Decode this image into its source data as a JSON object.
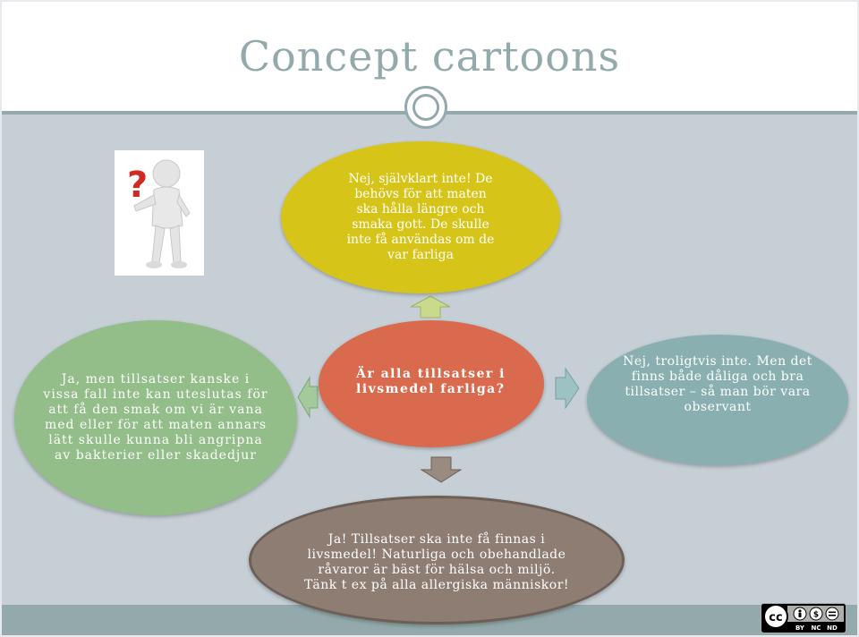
{
  "slide": {
    "title": "Concept cartoons"
  },
  "bubbles": {
    "question": {
      "text": "Är alla tillsatser i livsmedel farliga?",
      "color": "#d96a4d"
    },
    "top": {
      "text": "Nej, självklart inte! De behövs för att maten ska hålla längre och smaka gott. De skulle inte få användas om de var farliga",
      "color": "#d7c419"
    },
    "left": {
      "text": "Ja, men tillsatser kanske i vissa fall inte kan uteslutas för att få den smak om vi är vana med eller för att maten annars lätt skulle kunna bli angripna av bakterier eller skadedjur",
      "color": "#93bd89"
    },
    "right": {
      "text": "Nej, troligtvis inte. Men det finns både dåliga och bra tillsatser – så man bör vara observant",
      "color": "#8aafb0"
    },
    "bottom": {
      "text": "Ja! Tillsatser ska inte få finnas i livsmedel! Naturliga och obehandlade råvaror är bäst för hälsa och miljö. Tänk t ex på alla allergiska människor!",
      "color": "#8e7d72"
    }
  },
  "license": {
    "cc": "cc",
    "by": "BY",
    "nc": "NC",
    "nd": "ND"
  },
  "icons": {
    "cartoon": "question-figure-icon",
    "license": "cc-by-nc-nd-icon"
  }
}
